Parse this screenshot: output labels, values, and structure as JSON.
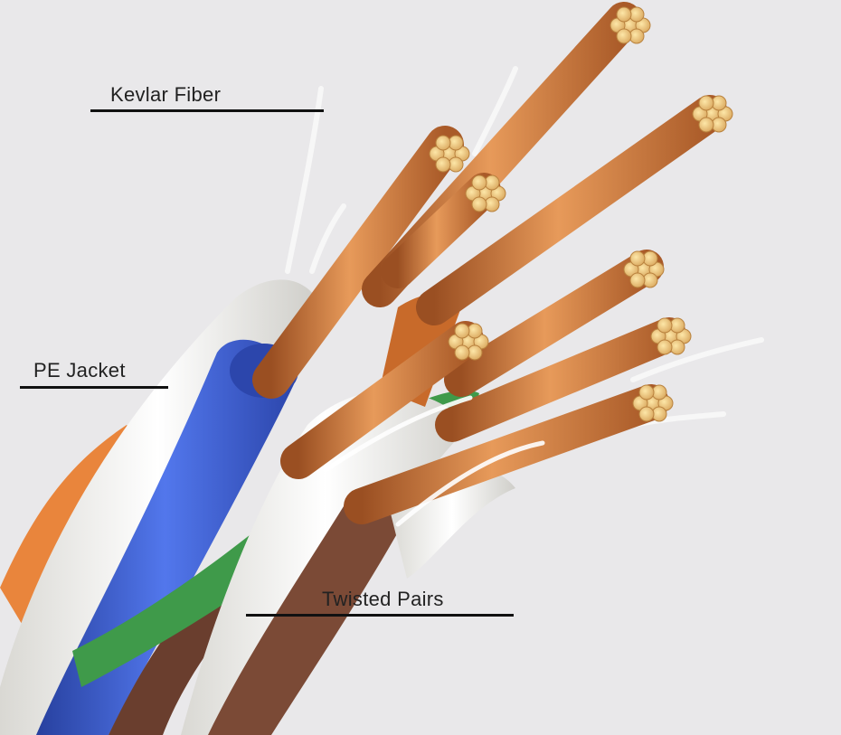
{
  "labels": {
    "kevlar": "Kevlar Fiber",
    "pe_jacket": "PE Jacket",
    "twisted_pairs": "Twisted Pairs"
  },
  "colors": {
    "background": "#e9e8ea",
    "jacket": "#f1f0ec",
    "blue_pair": "#3f5fd2",
    "orange_pair": "#e9853c",
    "brown_pair": "#7b4a36",
    "green_pair": "#3f9a4a",
    "copper": "#c9753a",
    "kevlar": "#f4f4f4"
  }
}
